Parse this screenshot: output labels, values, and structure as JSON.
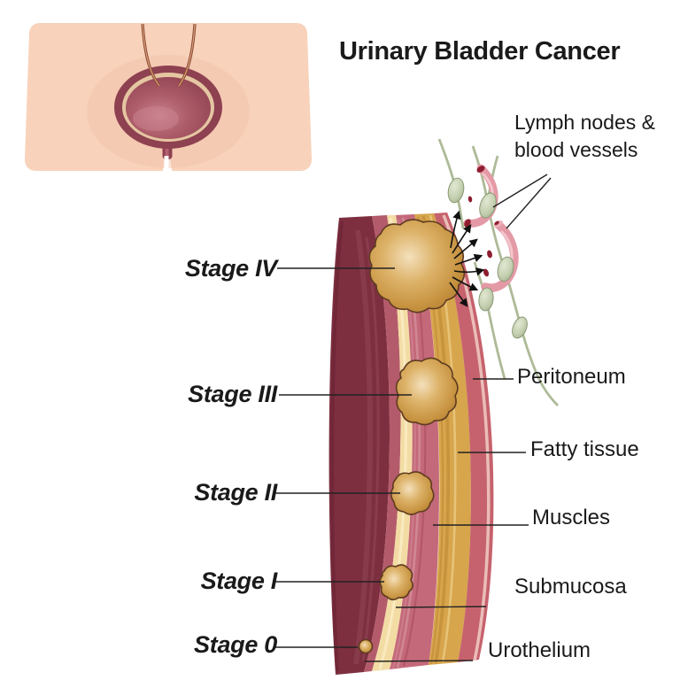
{
  "title": "Urinary Bladder Cancer",
  "lymph_label": {
    "line1": "Lymph nodes &",
    "line2": "blood vessels"
  },
  "stages": {
    "s4": "Stage IV",
    "s3": "Stage III",
    "s2": "Stage II",
    "s1": "Stage I",
    "s0": "Stage 0"
  },
  "layers": {
    "peritoneum": "Peritoneum",
    "fatty_tissue": "Fatty tissue",
    "muscles": "Muscles",
    "submucosa": "Submucosa",
    "urothelium": "Urothelium"
  },
  "colors": {
    "background": "#ffffff",
    "text": "#1a1a1a",
    "skin": "#f8d2ba",
    "bladder_wall_maroon": "#8e4150",
    "bladder_interior": "#ac5b68",
    "lumen_dark_maroon": "#7d2f40",
    "mucosa_rose": "#b45b6b",
    "urothelium_cream": "#f3dca4",
    "muscle_rose": "#c4697a",
    "fatty_gold": "#d7a54c",
    "peritoneum_rose": "#c6626d",
    "tumor_gold": "#c6923f",
    "tumor_outline": "#5e3b20",
    "lymph_node_green": "#c2cdae",
    "lymph_stem_green": "#a9b792",
    "vessel_pink": "#e49aa6",
    "vessel_dark_red": "#8e1d2f",
    "leader_line": "#222222"
  }
}
